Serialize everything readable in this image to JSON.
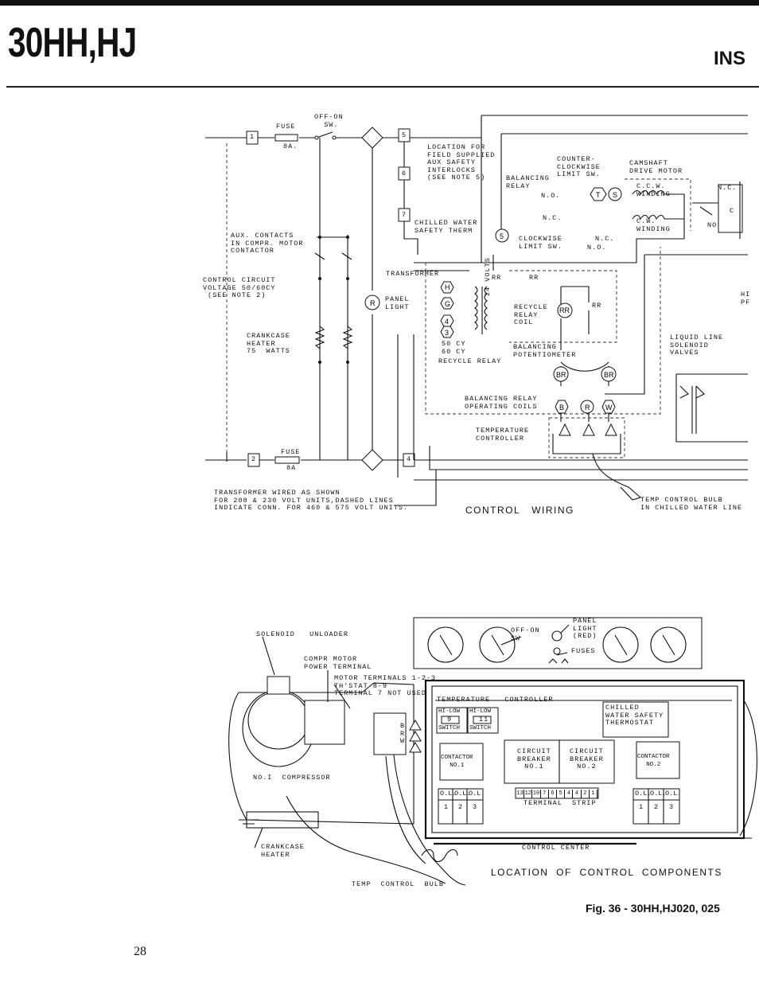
{
  "header": {
    "title": "30HH,HJ",
    "section_tag": "INS"
  },
  "wiring": {
    "caption": "CONTROL   WIRING",
    "labels": {
      "off_on": "OFF-ON\n  SW.",
      "fuse_top": "FUSE",
      "fuse_top_rating": "8A.",
      "location_for": "LOCATION FOR\nFIELD SUPPLIED\nAUX SAFETY\nINTERLOCKS\n(SEE NOTE 5)",
      "chilled_water_safety": "CHILLED WATER\nSAFETY THERM",
      "counter_clockwise": "COUNTER-\nCLOCKWISE\nLIMIT SW.",
      "camshaft": "CAMSHAFT\nDRIVE MOTOR",
      "balancing_relay": "BALANCING\nRELAY",
      "nc_1": "N.C.",
      "no_1": "N.O.",
      "nc_2": "N.C.",
      "ccw_winding": "C.C.W.\nWINDING",
      "cw_winding": "C.W.\nWINDING",
      "clockwise_limit": "CLOCKWISE\nLIMIT SW.",
      "nc_3": "N.C.",
      "no_3": "N.O.",
      "aux_contacts": "AUX. CONTACTS\nIN COMPR. MOTOR\nCONTACTOR",
      "control_circuit": "CONTROL CIRCUIT\nVOLTAGE 50/60CY\n (SEE NOTE 2)",
      "transformer": "TRANSFORMER",
      "rr_1": "RR",
      "rr_2": "RR",
      "rr_3": "RR",
      "panel_light": "PANEL\nLIGHT",
      "volts": "24 VOLTS",
      "recycle_relay_coil": "RECYCLE\nRELAY\nCOIL",
      "crankcase_heater": "CRANKCASE\nHEATER\n75  WATTS",
      "cy": "50 CY\n60 CY",
      "balancing_pot": "BALANCING\nPOTENTIOMETER",
      "recycle_relay": "RECYCLE RELAY",
      "liquid_line": "LIQUID LINE\nSOLENOID\nVALVES",
      "balancing_coils": "BALANCING RELAY\nOPERATING COILS",
      "temp_controller": "TEMPERATURE\nCONTROLLER",
      "fuse_bottom": "FUSE",
      "fuse_bottom_rating": "8A",
      "transformer_note": "TRANSFORMER WIRED AS SHOWN\nFOR 208 & 230 VOLT UNITS,DASHED LINES\nINDICATE CONN. FOR 460 & 575 VOLT UNITS.",
      "temp_bulb": "TEMP CONTROL BULB\nIN CHILLED WATER LINE",
      "hi": "HI\nPF",
      "nc_r": "N.C.",
      "no_r": "NO",
      "c_r": "C"
    },
    "terminals": [
      "1",
      "2",
      "4",
      "5",
      "6",
      "7"
    ],
    "hex_nodes": [
      "H",
      "G",
      "4",
      "3"
    ],
    "circle_nodes": [
      "R",
      "5",
      "T",
      "S",
      "RR",
      "BR",
      "BR",
      "B",
      "R",
      "W"
    ],
    "triangle_nodes": [
      "B",
      "R",
      "W"
    ]
  },
  "location": {
    "caption": "LOCATION  OF  CONTROL  COMPONENTS",
    "labels": {
      "solenoid": "SOLENOID   UNLOADER",
      "compr_motor": "COMPR MOTOR\nPOWER TERMINAL",
      "motor_terminals": "MOTOR TERMINALS 1-2-3\nTH'STAT 8-9\nTERMINAL 7 NOT USED",
      "off_on": "OFF-ON\nSW",
      "panel_light": "PANEL\nLIGHT\n(RED)",
      "fuses": "FUSES",
      "temp_controller": "TEMPERATURE   CONTROLLER",
      "hi_low_1": "HI-LOW",
      "hi_low_2": "HI-LOW",
      "sw_1": "SWITCH",
      "sw_2": "SWITCH",
      "chilled_water": "CHILLED\nWATER SAFETY\nTHERMOSTAT",
      "contactor_1": "CONTACTOR\nNO.1",
      "contactor_2": "CONTACTOR\nNO.2",
      "cb_1": "CIRCUIT\nBREAKER\nNO.1",
      "cb_2": "CIRCUIT\nBREAKER\nNO.2",
      "terminal_strip": "TERMINAL  STRIP",
      "no1_compressor": "NO.I  COMPRESSOR",
      "crankcase": "CRANKCASE\nHEATER",
      "control_center": "CONTROL CENTER",
      "temp_bulb": "TEMP  CONTROL  BULB",
      "bw": "B\nR\nW"
    },
    "ol_left": [
      "O.L.",
      "O.L.",
      "O.L."
    ],
    "ol_right": [
      "O.L.",
      "O.L.",
      "O.L."
    ],
    "ol_nums": [
      "1",
      "2",
      "3"
    ],
    "terminal_strip_numbers": [
      "13",
      "12",
      "10",
      "7",
      "6",
      "5",
      "4",
      "4",
      "2",
      "1"
    ],
    "switch_values": [
      "9",
      "11"
    ]
  },
  "figure_caption": "Fig. 36 - 30HH,HJ020, 025",
  "page_number": "28"
}
